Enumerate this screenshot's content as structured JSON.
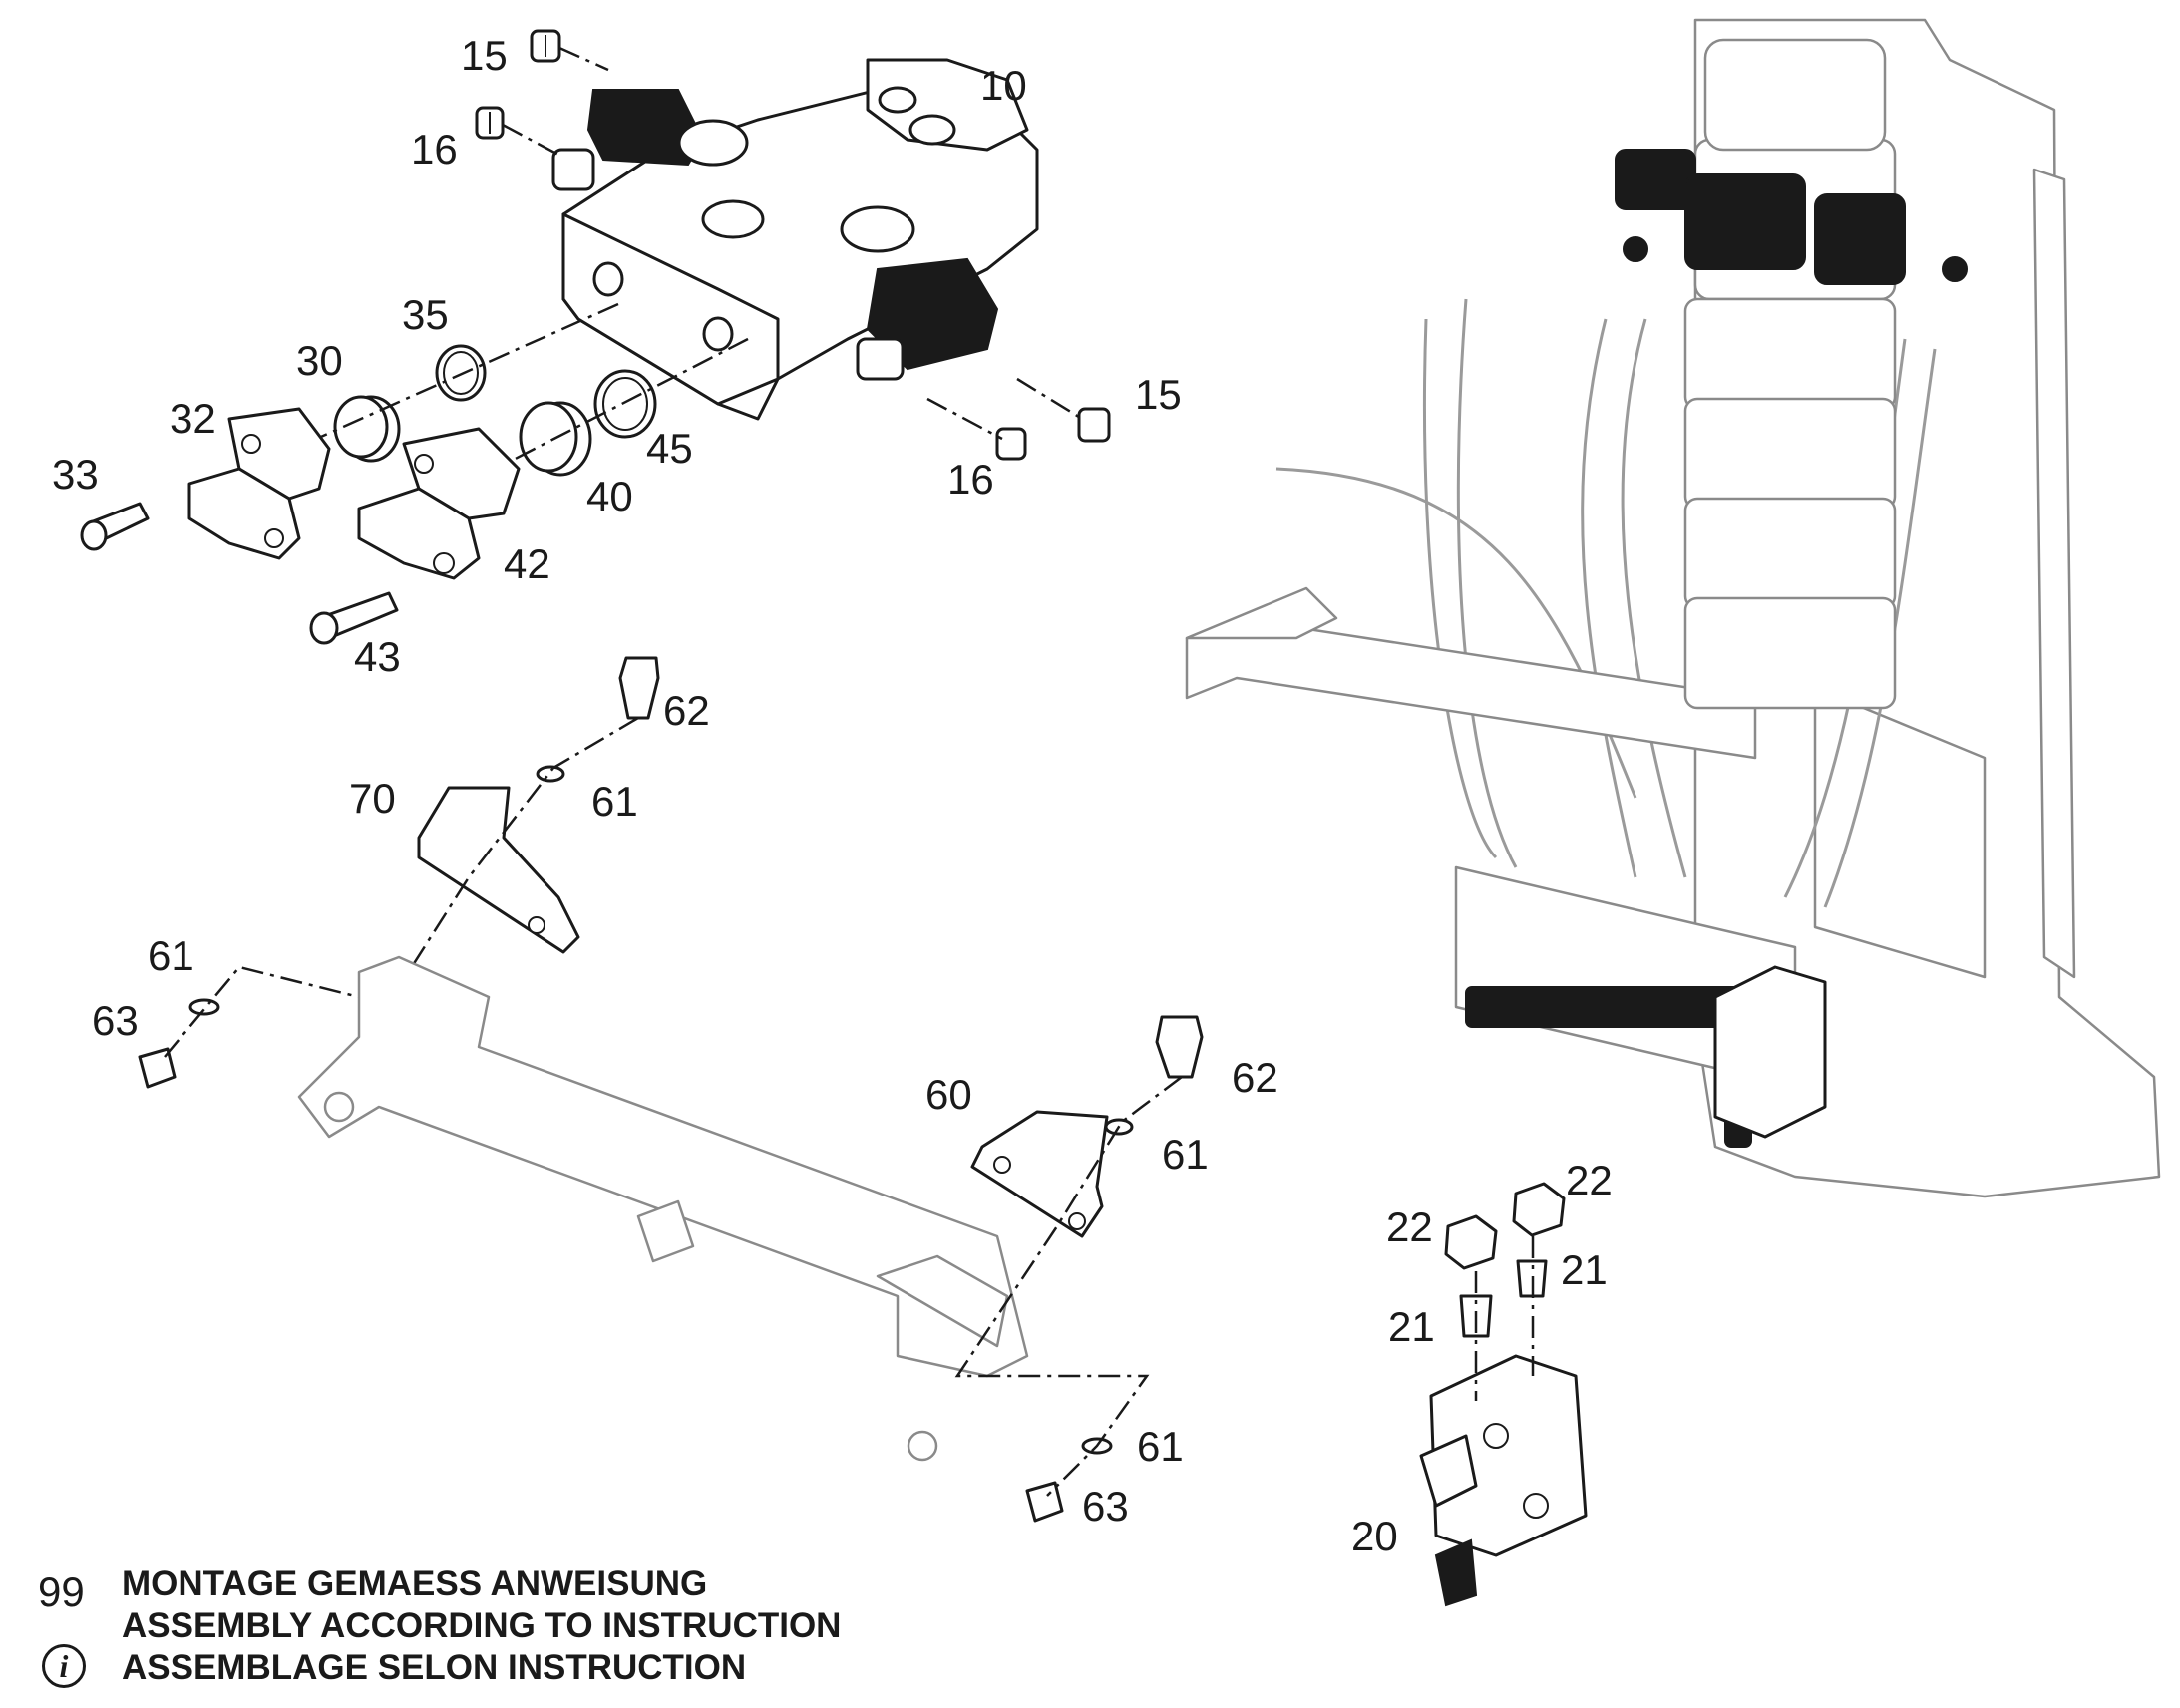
{
  "callouts": {
    "c15a": "15",
    "c16a": "16",
    "c10": "10",
    "c35": "35",
    "c30": "30",
    "c32": "32",
    "c33": "33",
    "c15b": "15",
    "c16b": "16",
    "c45": "45",
    "c40": "40",
    "c42": "42",
    "c43": "43",
    "c62a": "62",
    "c70": "70",
    "c61a": "61",
    "c61b": "61",
    "c63a": "63",
    "c60": "60",
    "c62b": "62",
    "c61c": "61",
    "c61d": "61",
    "c63b": "63",
    "c22a": "22",
    "c22b": "22",
    "c21a": "21",
    "c21b": "21",
    "c20": "20"
  },
  "footer": {
    "item_number": "99",
    "line_de": "MONTAGE GEMAESS ANWEISUNG",
    "line_en": "ASSEMBLY ACCORDING TO INSTRUCTION",
    "line_fr": "ASSEMBLAGE SELON INSTRUCTION",
    "icon": "info-icon"
  },
  "colors": {
    "ink": "#1a1a1a",
    "context_gray": "#8a8a8a",
    "background": "#ffffff"
  }
}
